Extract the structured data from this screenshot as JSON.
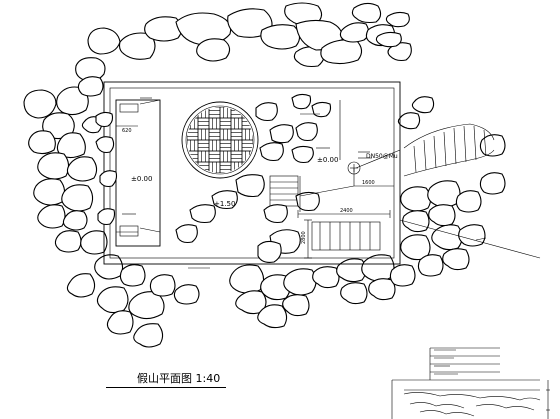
{
  "plan": {
    "title": "假山平面图 1:40",
    "elevation_left": "±0.00",
    "elevation_center": "+1.50",
    "elevation_right": "±0.00",
    "pipe_label": "DN50@Mu",
    "dim_2400": "2400",
    "dim_2800": "2800",
    "dim_1600": "1600",
    "dim_620": "620"
  }
}
